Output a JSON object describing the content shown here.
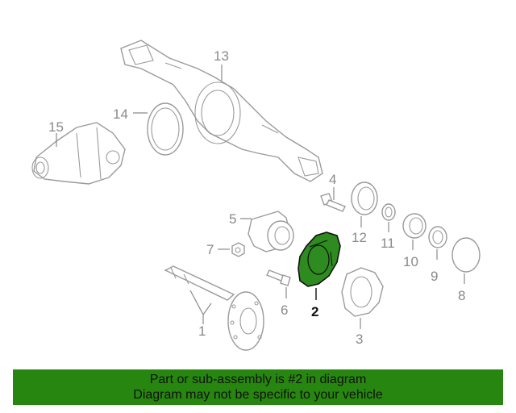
{
  "callouts": {
    "c1": "1",
    "c2": "2",
    "c3": "3",
    "c4": "4",
    "c5": "5",
    "c6": "6",
    "c7": "7",
    "c8": "8",
    "c9": "9",
    "c10": "10",
    "c11": "11",
    "c12": "12",
    "c13": "13",
    "c14": "14",
    "c15": "15"
  },
  "highlighted_part": "2",
  "colors": {
    "banner": "#27860f",
    "highlight": "#2e8b1f",
    "line": "#9a9a9a"
  },
  "banner": {
    "line1": "Part or sub-assembly is #2 in diagram",
    "line2": "Diagram may not be specific to your vehicle"
  }
}
